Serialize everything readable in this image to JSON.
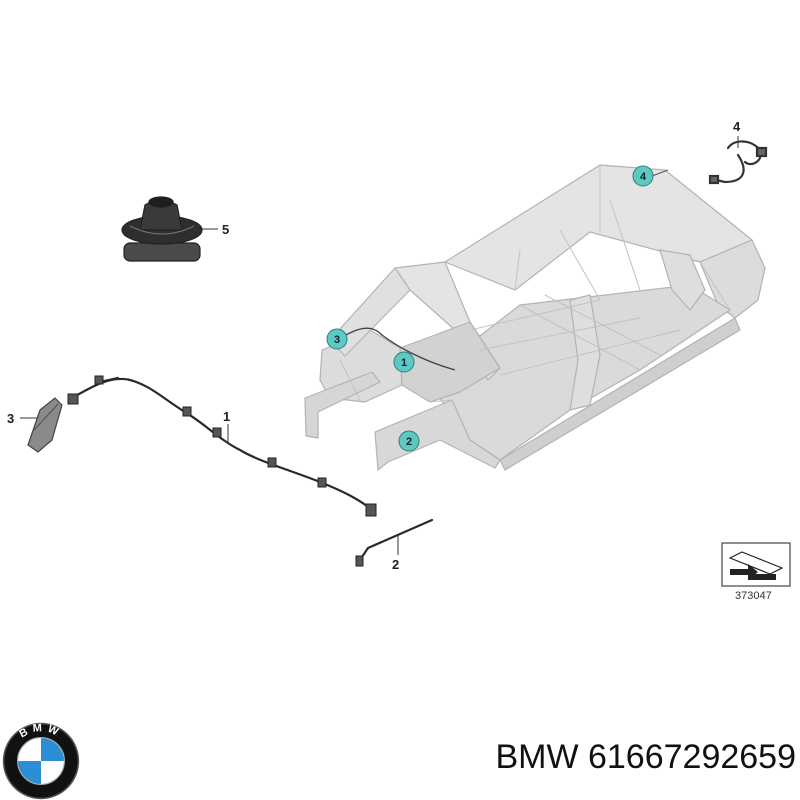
{
  "parts": {
    "p1": {
      "number": "1"
    },
    "p2": {
      "number": "2"
    },
    "p3": {
      "number": "3"
    },
    "p4": {
      "number": "4"
    },
    "p5": {
      "number": "5"
    }
  },
  "badges": [
    "1",
    "2",
    "3",
    "4"
  ],
  "reference_code": "373047",
  "logo": {
    "letters": "BMW",
    "colors": {
      "ring": "#111111",
      "blue": "#2a8fd6",
      "white": "#ffffff"
    }
  },
  "footer": {
    "brand": "BMW",
    "part_number": "61667292659"
  },
  "colors": {
    "badge_fill": "#5ec8c2",
    "body_fill": "#e3e3e3",
    "body_stroke": "#b5b5b5",
    "line": "#333333"
  }
}
